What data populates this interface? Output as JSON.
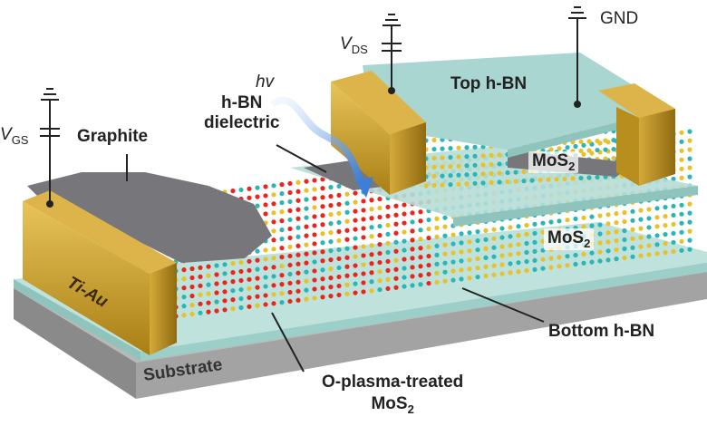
{
  "labels": {
    "vgs_main": "V",
    "vgs_sub": "GS",
    "graphite": "Graphite",
    "hbn_dielectric_line1": "h-BN",
    "hbn_dielectric_line2": "dielectric",
    "hv": "hv",
    "vds_main": "V",
    "vds_sub": "DS",
    "gnd": "GND",
    "top_hbn": "Top h-BN",
    "mos2_top_main": "MoS",
    "mos2_top_sub": "2",
    "mos2_bottom_main": "MoS",
    "mos2_bottom_sub": "2",
    "ti_au": "Ti-Au",
    "substrate": "Substrate",
    "oplasma_line1": "O-plasma-treated",
    "oplasma_line2_main": "MoS",
    "oplasma_line2_sub": "2",
    "bottom_hbn": "Bottom h-BN"
  },
  "colors": {
    "gold": "#c9a227",
    "hbn": "#a9d6d0",
    "substrate": "#9a9a9a",
    "graphite": "#6f6f73",
    "oxygen": "#e8261e",
    "sulfur": "#e8c22a",
    "molybdenum": "#2cb5b5",
    "light": "#3d7fd8"
  }
}
